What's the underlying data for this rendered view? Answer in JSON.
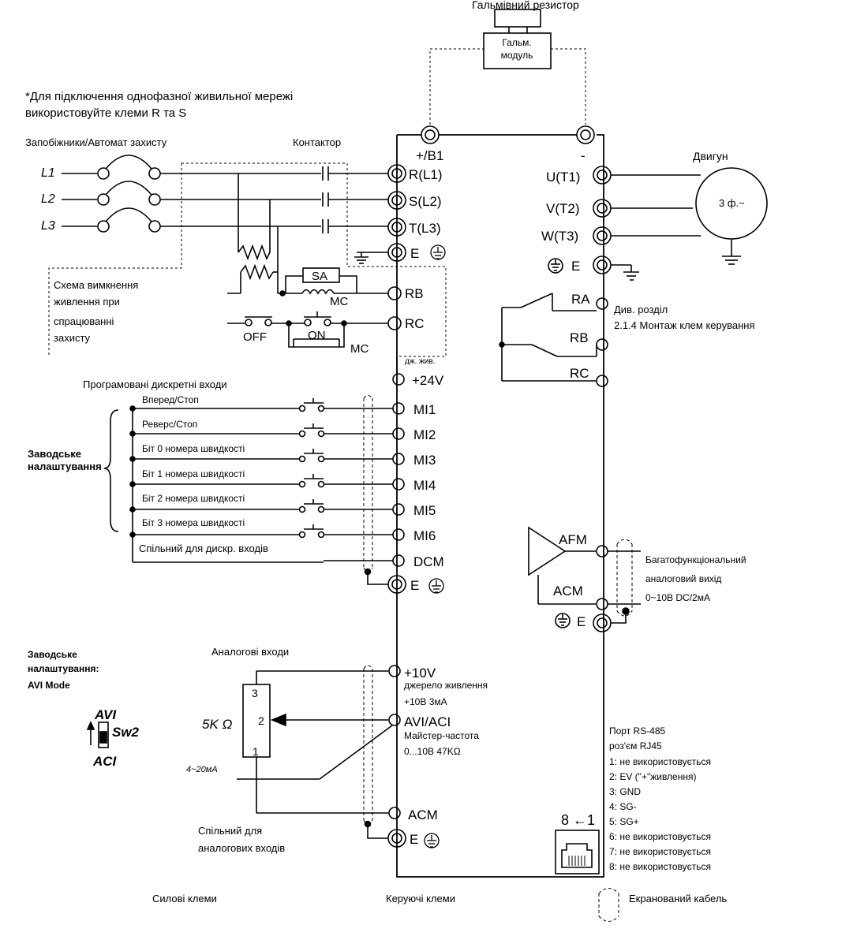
{
  "header": {
    "brake_resistor": "Гальмівний резистор",
    "brake_module_line1": "Гальм.",
    "brake_module_line2": "модуль"
  },
  "notes": {
    "single_phase_line1": "*Для підключення однофазної живильної мережі",
    "single_phase_line2": "використовуйте клеми R та S"
  },
  "power_input": {
    "fuses_label": "Запобіжники/Автомат захисту",
    "contactor_label": "Контактор",
    "phases": [
      "L1",
      "L2",
      "L3"
    ]
  },
  "protection": {
    "line1": "Схема вимкнення",
    "line2": "живлення при",
    "line3": "спрацюванні",
    "line4": "захисту",
    "sa": "SA",
    "mc": "MC",
    "off": "OFF",
    "on": "ON"
  },
  "power_terminals": {
    "b1": "+/B1",
    "minus": "-",
    "r": "R(L1)",
    "s": "S(L2)",
    "t": "T(L3)",
    "e": "E",
    "rb": "RB",
    "rc": "RC"
  },
  "motor": {
    "title": "Двигун",
    "label": "3 ф.~",
    "u": "U(T1)",
    "v": "V(T2)",
    "w": "W(T3)",
    "e": "E"
  },
  "relay": {
    "ra": "RA",
    "rb": "RB",
    "rc": "RC",
    "note_line1": "Див. розділ",
    "note_line2": "2.1.4 Монтаж клем керування"
  },
  "digital_inputs": {
    "supply_note": "дж. жив.",
    "plus24": "+24V",
    "title": "Програмовані дискретні входи",
    "factory_line1": "Заводське",
    "factory_line2": "налаштування",
    "items": [
      {
        "label": "Вперед/Стоп",
        "terminal": "MI1"
      },
      {
        "label": "Реверс/Стоп",
        "terminal": "MI2"
      },
      {
        "label": "Біт 0 номера швидкості",
        "terminal": "MI3"
      },
      {
        "label": "Біт 1 номера швидкості",
        "terminal": "MI4"
      },
      {
        "label": "Біт 2 номера швидкості",
        "terminal": "MI5"
      },
      {
        "label": "Біт 3 номера швидкості",
        "terminal": "MI6"
      }
    ],
    "common_label": "Спільний для дискр. входів",
    "dcm": "DCM",
    "e": "E"
  },
  "analog_output": {
    "afm": "AFM",
    "acm": "ACM",
    "e": "E",
    "note_line1": "Багатофункціональний",
    "note_line2": "аналоговий вихід",
    "note_line3": "0~10В DC/2мА"
  },
  "analog_inputs": {
    "factory_line1": "Заводське",
    "factory_line2": "налаштування:",
    "factory_line3": "AVI Mode",
    "title": "Аналогові входи",
    "switch_avi": "AVI",
    "switch_sw2": "Sw2",
    "switch_aci": "ACI",
    "resistor": "5K Ω",
    "pot_pin3": "3",
    "pot_pin2": "2",
    "pot_pin1": "1",
    "current_range": "4~20мА",
    "plus10v": "+10V",
    "supply_line1": "джерело живлення",
    "supply_line2": "+10В 3мА",
    "avi_aci": "AVI/ACI",
    "master_line1": "Майстер-частота",
    "master_line2": "0...10В 47KΩ",
    "acm": "ACM",
    "e": "E",
    "common_line1": "Спільний для",
    "common_line2": "аналогових входів"
  },
  "rs485": {
    "line1": "Порт RS-485",
    "line2": "роз'єм RJ45",
    "pins": [
      "1: не використовується",
      "2: EV (\"+\"живлення)",
      "3: GND",
      "4: SG-",
      "5: SG+",
      "6: не використовується",
      "7: не використовується",
      "8: не використовується"
    ],
    "pin_order": "8 ←1"
  },
  "legend": {
    "power": "Силові клеми",
    "control": "Керуючі клеми",
    "shielded": "Екранований кабель"
  }
}
